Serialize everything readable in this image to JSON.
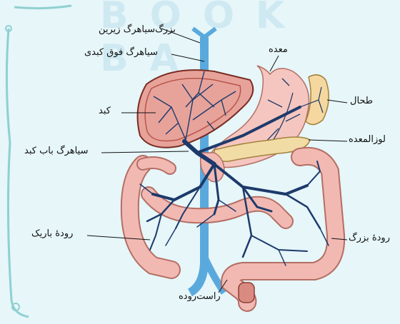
{
  "watermark": "BOOK BA",
  "labels": {
    "inferior_vena_cava": "بزرگ‌سیاهرگ زیرین",
    "hepatic_vein": "سیاهرگ فوق کبدی",
    "stomach": "معده",
    "liver": "کبد",
    "spleen": "طحال",
    "pancreas": "لوزالمعده",
    "portal_vein": "سیاهرگ باب کبد",
    "small_intestine": "رودهٔ باریک",
    "large_intestine": "رودهٔ بزرگ",
    "rectum": "راست‌روده"
  },
  "colors": {
    "background": "#e6f6f9",
    "frame": "#8fd0d2",
    "liver": "#e7a39a",
    "liver_stroke": "#7a2b22",
    "intestine": "#f2b9b3",
    "stomach": "#f5c6bf",
    "spleen": "#f4d8a0",
    "pancreas": "#f2dca6",
    "vein": "#1d3a6b",
    "vena_cava": "#5aa9dd"
  }
}
